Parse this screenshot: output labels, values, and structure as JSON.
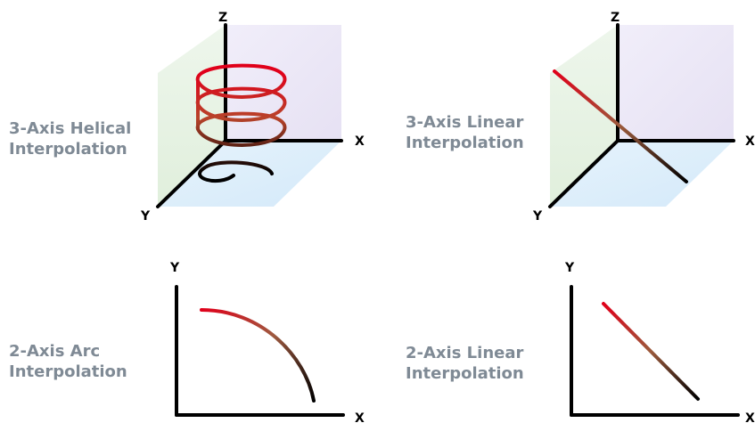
{
  "panels": [
    {
      "id": "helical",
      "title_line1": "3-Axis Helical",
      "title_line2": "Interpolation",
      "axes": {
        "x": "X",
        "y": "Y",
        "z": "Z"
      }
    },
    {
      "id": "linear3",
      "title_line1": "3-Axis Linear",
      "title_line2": "Interpolation",
      "axes": {
        "x": "X",
        "y": "Y",
        "z": "Z"
      }
    },
    {
      "id": "arc2",
      "title_line1": "2-Axis Arc",
      "title_line2": "Interpolation",
      "axes": {
        "x": "X",
        "y": "Y"
      }
    },
    {
      "id": "linear2",
      "title_line1": "2-Axis Linear",
      "title_line2": "Interpolation",
      "axes": {
        "x": "X",
        "y": "Y"
      }
    }
  ],
  "colors": {
    "path_start": "#e0001a",
    "path_end": "#000000",
    "label_gray": "#7f8a95",
    "back_plane": "#ece8f6",
    "side_plane": "#e9f3e6",
    "floor_plane": "#dceefb"
  }
}
